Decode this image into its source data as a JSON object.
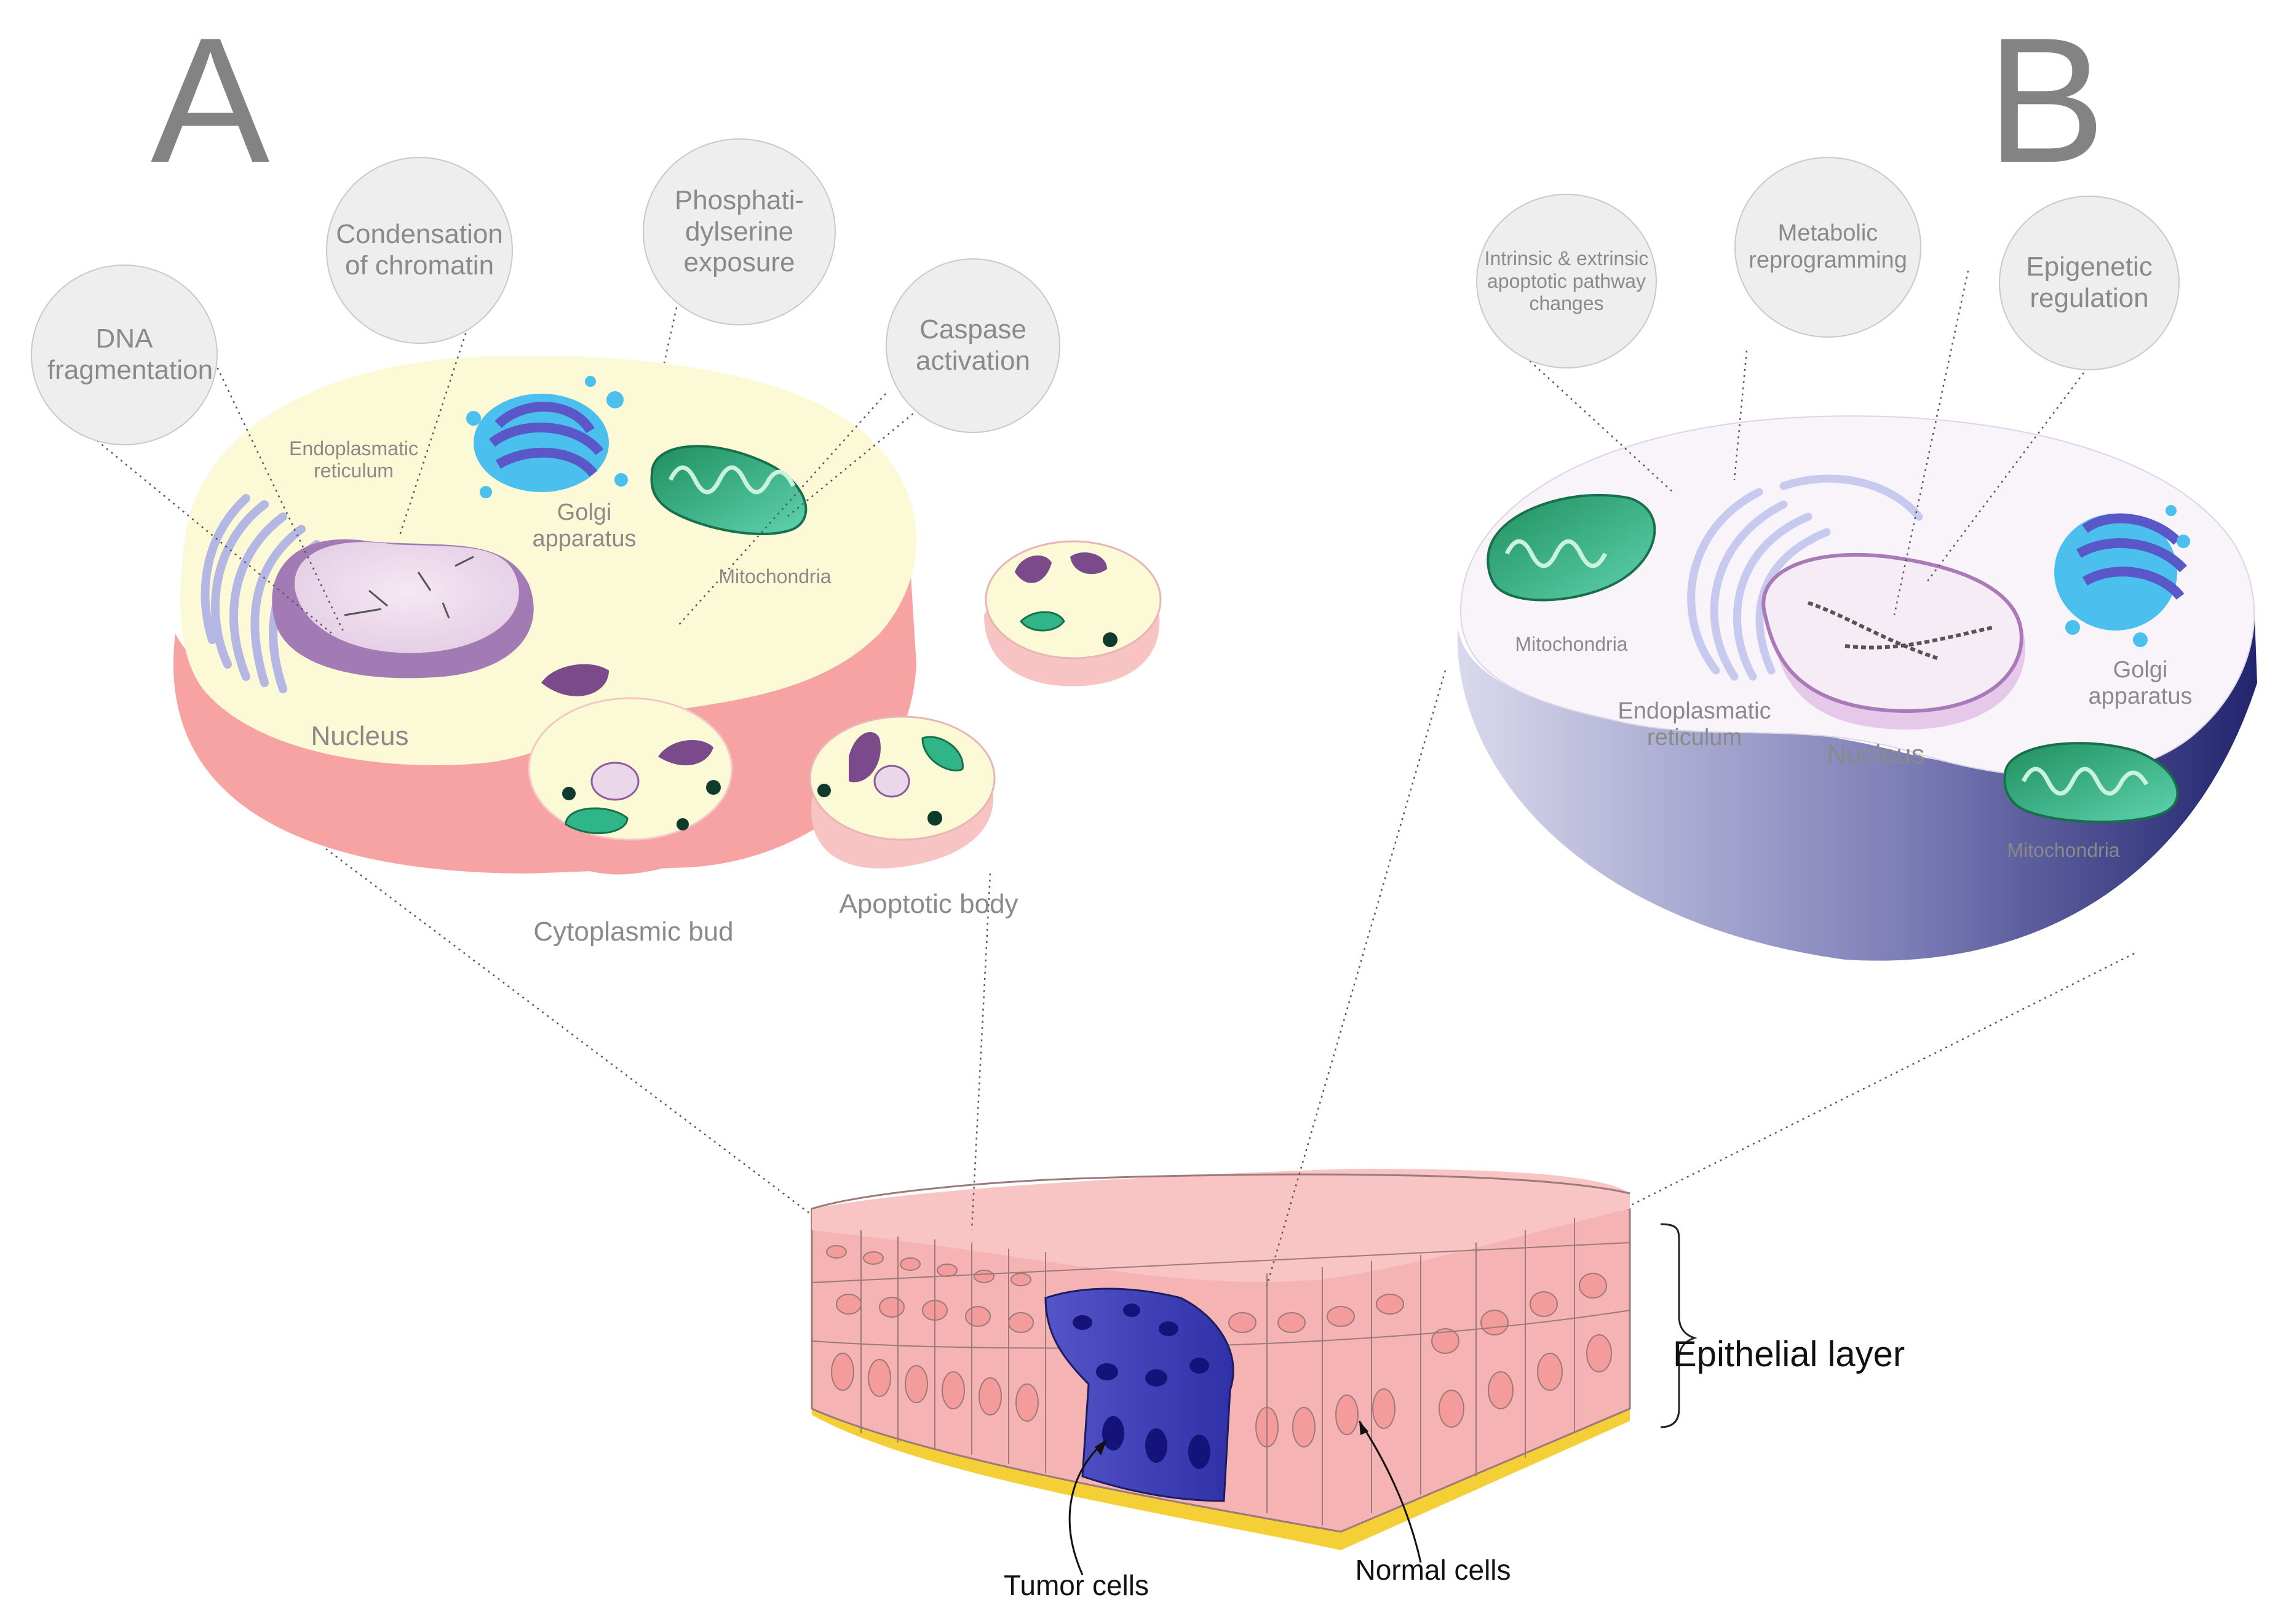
{
  "panels": {
    "a": {
      "letter": "A"
    },
    "b": {
      "letter": "B"
    }
  },
  "panel_a": {
    "bubbles": {
      "dna": "DNA fragmentation",
      "chromatin": "Condensation of chromatin",
      "ps": "Phosphati- dylserine exposure",
      "caspase": "Caspase activation"
    },
    "labels": {
      "er": "Endoplasmatic reticulum",
      "golgi": "Golgi apparatus",
      "mito": "Mitochondria",
      "nucleus": "Nucleus",
      "bud": "Cytoplasmic bud",
      "body": "Apoptotic body"
    }
  },
  "panel_b": {
    "bubbles": {
      "pathway": "Intrinsic & extrinsic apoptotic pathway changes",
      "metabolic": "Metabolic reprogramming",
      "epigenetic": "Epigenetic regulation"
    },
    "labels": {
      "mito_left": "Mitochondria",
      "er": "Endoplasmatic reticulum",
      "nucleus": "Nucleus",
      "golgi": "Golgi apparatus",
      "mito_right": "Mitochondria"
    }
  },
  "tissue": {
    "epithelial_layer": "Epithelial layer",
    "tumor_cells": "Tumor cells",
    "normal_cells": "Normal cells"
  },
  "colors": {
    "cytoplasm_a": "#fcfad6",
    "cell_side_a": "#f7a3a3",
    "cytoplasm_b": "#f8f4fa",
    "cell_side_b": "#2c2e74",
    "tumor": "#3b3bb3",
    "normal": "#f6b3b3",
    "basement": "#f5cf36",
    "mitochondria": "#2fb588",
    "golgi": "#43b7ea",
    "er": "#b8b9e6",
    "nucleus": "#8e5b9e"
  }
}
